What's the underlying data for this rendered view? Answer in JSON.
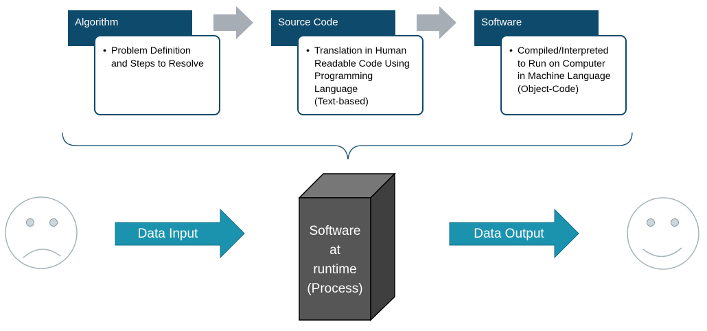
{
  "steps": [
    {
      "header": "Algorithm",
      "body_lines": [
        "Problem Definition",
        "and Steps to Resolve"
      ]
    },
    {
      "header": "Source Code",
      "body_lines": [
        "Translation in Human",
        "Readable Code Using",
        "Programming",
        "Language",
        "(Text-based)"
      ]
    },
    {
      "header": "Software",
      "body_lines": [
        "Compiled/Interpreted",
        "to Run on Computer",
        "in Machine Language",
        "(Object-Code)"
      ]
    }
  ],
  "flow": {
    "input_label": "Data Input",
    "output_label": "Data Output"
  },
  "process": {
    "lines": [
      "Software",
      "at",
      "runtime",
      "(Process)"
    ]
  },
  "faces": {
    "left": "sad-face-icon",
    "right": "happy-face-icon"
  },
  "colors": {
    "header_fill": "#0e4a6b",
    "step_arrow": "#a6adb4",
    "io_arrow": "#1b93ae",
    "process_front": "#565656",
    "process_top": "#777777",
    "process_side": "#3f3f3f"
  }
}
